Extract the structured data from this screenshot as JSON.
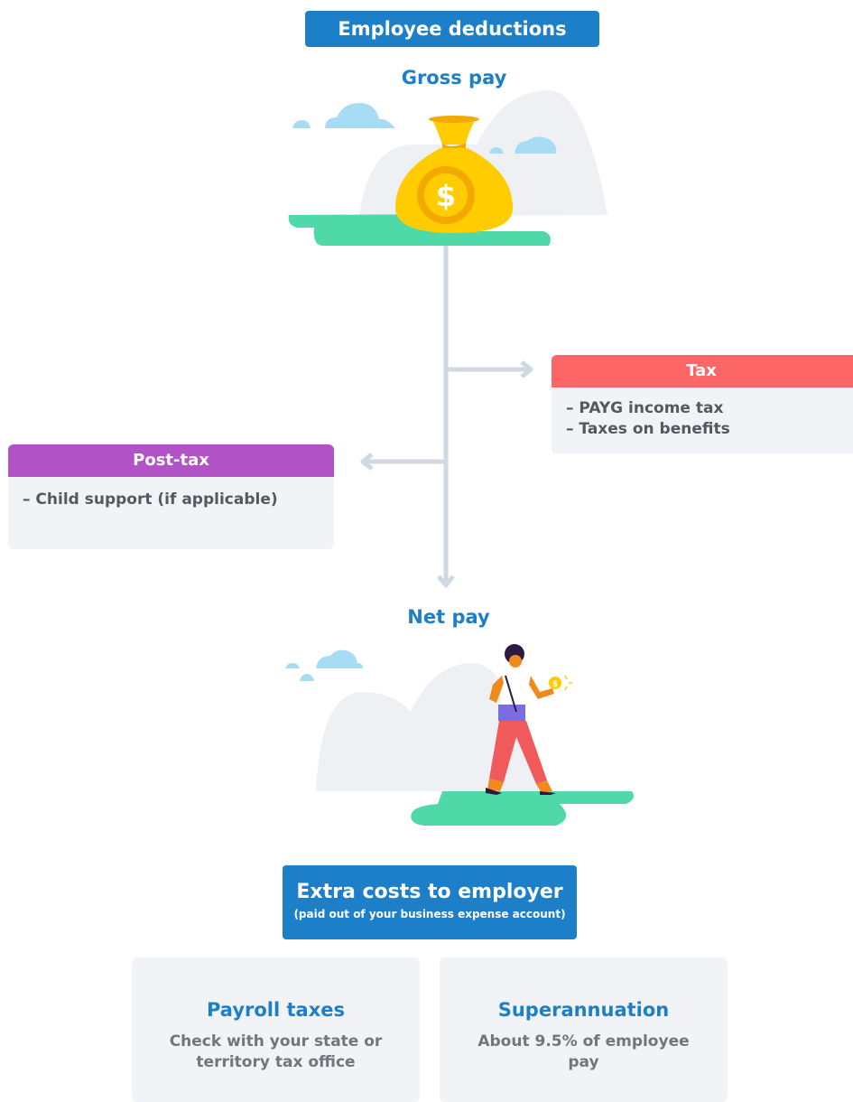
{
  "header": {
    "title": "Employee deductions"
  },
  "gross": {
    "title": "Gross pay",
    "bag_icon": "money-bag-icon",
    "symbol": "$"
  },
  "tax": {
    "title": "Tax",
    "items": [
      "– PAYG income tax",
      "– Taxes on benefits"
    ]
  },
  "post_tax": {
    "title": "Post-tax",
    "items": [
      "– Child support (if applicable)"
    ]
  },
  "net": {
    "title": "Net pay",
    "person_icon": "woman-holding-coin-icon",
    "coin_symbol": "$"
  },
  "extra": {
    "title": "Extra costs to employer",
    "subtitle": "(paid out of your business expense account)"
  },
  "cards": [
    {
      "title": "Payroll taxes",
      "text": "Check with your state or territory tax office"
    },
    {
      "title": "Superannuation",
      "text": "About 9.5% of employee pay"
    }
  ],
  "colors": {
    "blue": "#1c7fc7",
    "tax_red": "#fd6666",
    "post_purple": "#b153c7",
    "grass": "#4fd9a9",
    "cloud": "#a8dcf5",
    "hill": "#eef0f4",
    "bag": "#ffcc00"
  }
}
